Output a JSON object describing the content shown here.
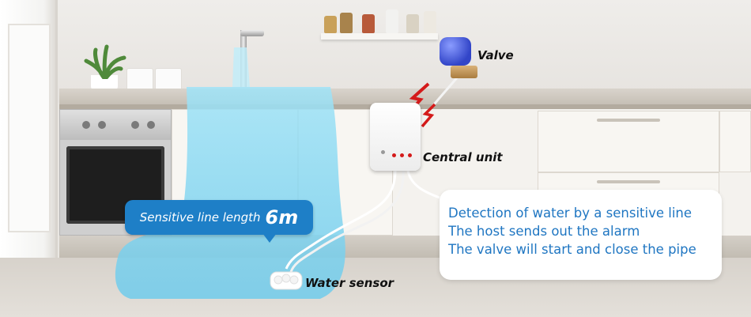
{
  "labels": {
    "valve": "Valve",
    "central_unit": "Central unit",
    "water_sensor": "Water sensor"
  },
  "callout": {
    "text": "Sensitive line length",
    "value": "6m"
  },
  "info_lines": [
    "Detection of water by a sensitive line",
    "The host sends out the alarm",
    "The valve will start and close the pipe"
  ],
  "colors": {
    "accent_blue": "#1e7fc7",
    "info_text": "#1f76c2",
    "water_overlay": "#7fd3ee",
    "alarm_red": "#d41a1a",
    "valve_blue": "#3245c8"
  },
  "icons": [
    "valve-icon",
    "central-unit-icon",
    "water-sensor-icon",
    "alarm-bolt-icon"
  ]
}
